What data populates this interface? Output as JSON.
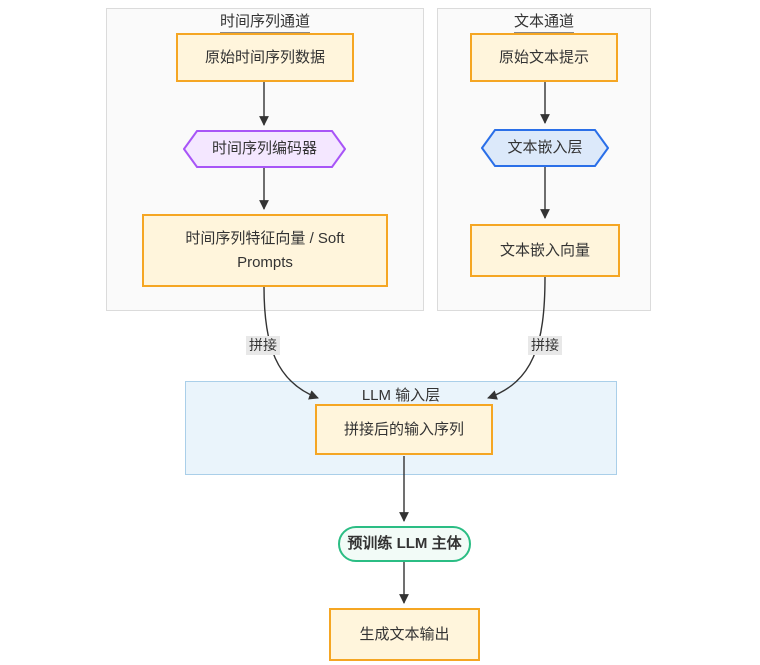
{
  "clusters": {
    "ts_channel": "时间序列通道",
    "text_channel": "文本通道",
    "llm_input": "LLM 输入层"
  },
  "nodes": {
    "raw_ts": "原始时间序列数据",
    "ts_encoder": "时间序列编码器",
    "ts_features": "时间序列特征向量 / Soft Prompts",
    "raw_text": "原始文本提示",
    "text_embed_layer": "文本嵌入层",
    "text_embed_vec": "文本嵌入向量",
    "concat_seq": "拼接后的输入序列",
    "llm_body": "预训练 LLM 主体",
    "gen_output": "生成文本输出"
  },
  "edge_labels": {
    "left_concat": "拼接",
    "right_concat": "拼接"
  },
  "colors": {
    "node_fill": "#FFF5DC",
    "node_stroke": "#F5A623",
    "purple_fill": "#F4E7FF",
    "purple_stroke": "#A855F7",
    "blue_fill": "#DCE9FA",
    "blue_stroke": "#2A6FE8",
    "green_fill": "#F2FBF7",
    "green_stroke": "#2BBD84",
    "cluster_fill": "#FAFAFA",
    "cluster_stroke": "#DBDBDB",
    "llm_fill": "#EAF4FB",
    "llm_stroke": "#AACFE9",
    "label_bg": "#E8E8E8",
    "text": "#333333",
    "line": "#333333"
  }
}
